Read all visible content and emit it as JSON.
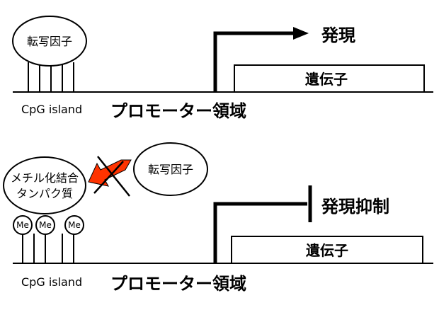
{
  "top_panel": {
    "tf_label": "転写因子",
    "expression_label": "発現",
    "gene_label": "遺伝子",
    "cpg_label": "CpG island",
    "promoter_label": "プロモーター領域"
  },
  "bottom_panel": {
    "tf_label": "転写因子",
    "mbd_label_line1": "メチル化結合",
    "mbd_label_line2": "タンパク質",
    "methyl_labels": [
      "Me",
      "Me",
      "Me"
    ],
    "repression_label": "発現抑制",
    "gene_label": "遺伝子",
    "cpg_label": "CpG island",
    "promoter_label": "プロモーター領域"
  },
  "colors": {
    "arrow_red": "#ff3300",
    "line": "#000000"
  }
}
